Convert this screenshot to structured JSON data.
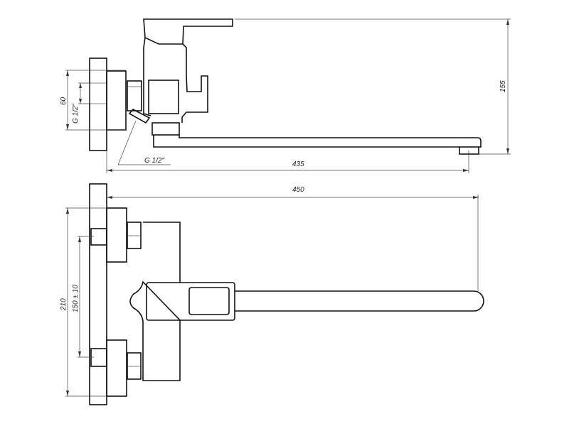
{
  "drawing": {
    "side_view": {
      "dimensions": {
        "height": "155",
        "projection": "435",
        "flange_height": "60",
        "thread_inlet": "G 1/2\"",
        "thread_outlet": "G 1/2\""
      }
    },
    "top_view": {
      "dimensions": {
        "total_length": "450",
        "plate_height": "210",
        "center_distance": "150 ± 10"
      }
    },
    "colors": {
      "line": "#111111",
      "dimension": "#444444",
      "background": "#ffffff"
    }
  }
}
